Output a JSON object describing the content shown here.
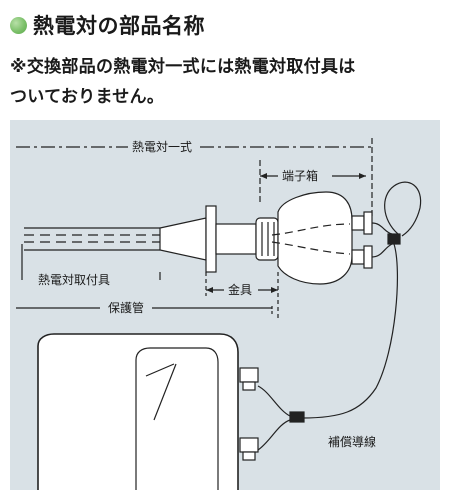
{
  "header": {
    "title": "熱電対の部品名称",
    "note_line1": "※交換部品の熱電対一式には熱電対取付具は",
    "note_line2": "ついておりません。"
  },
  "diagram": {
    "labels": {
      "assembly": "熱電対一式",
      "terminal_box": "端子箱",
      "mount": "熱電対取付具",
      "fitting": "金具",
      "protection_tube": "保護管",
      "comp_wire": "補償導線"
    },
    "colors": {
      "panel_bg": "#d9e1e6",
      "line": "#222222",
      "part_fill": "#ffffff",
      "accent": "#7cc06a"
    }
  }
}
